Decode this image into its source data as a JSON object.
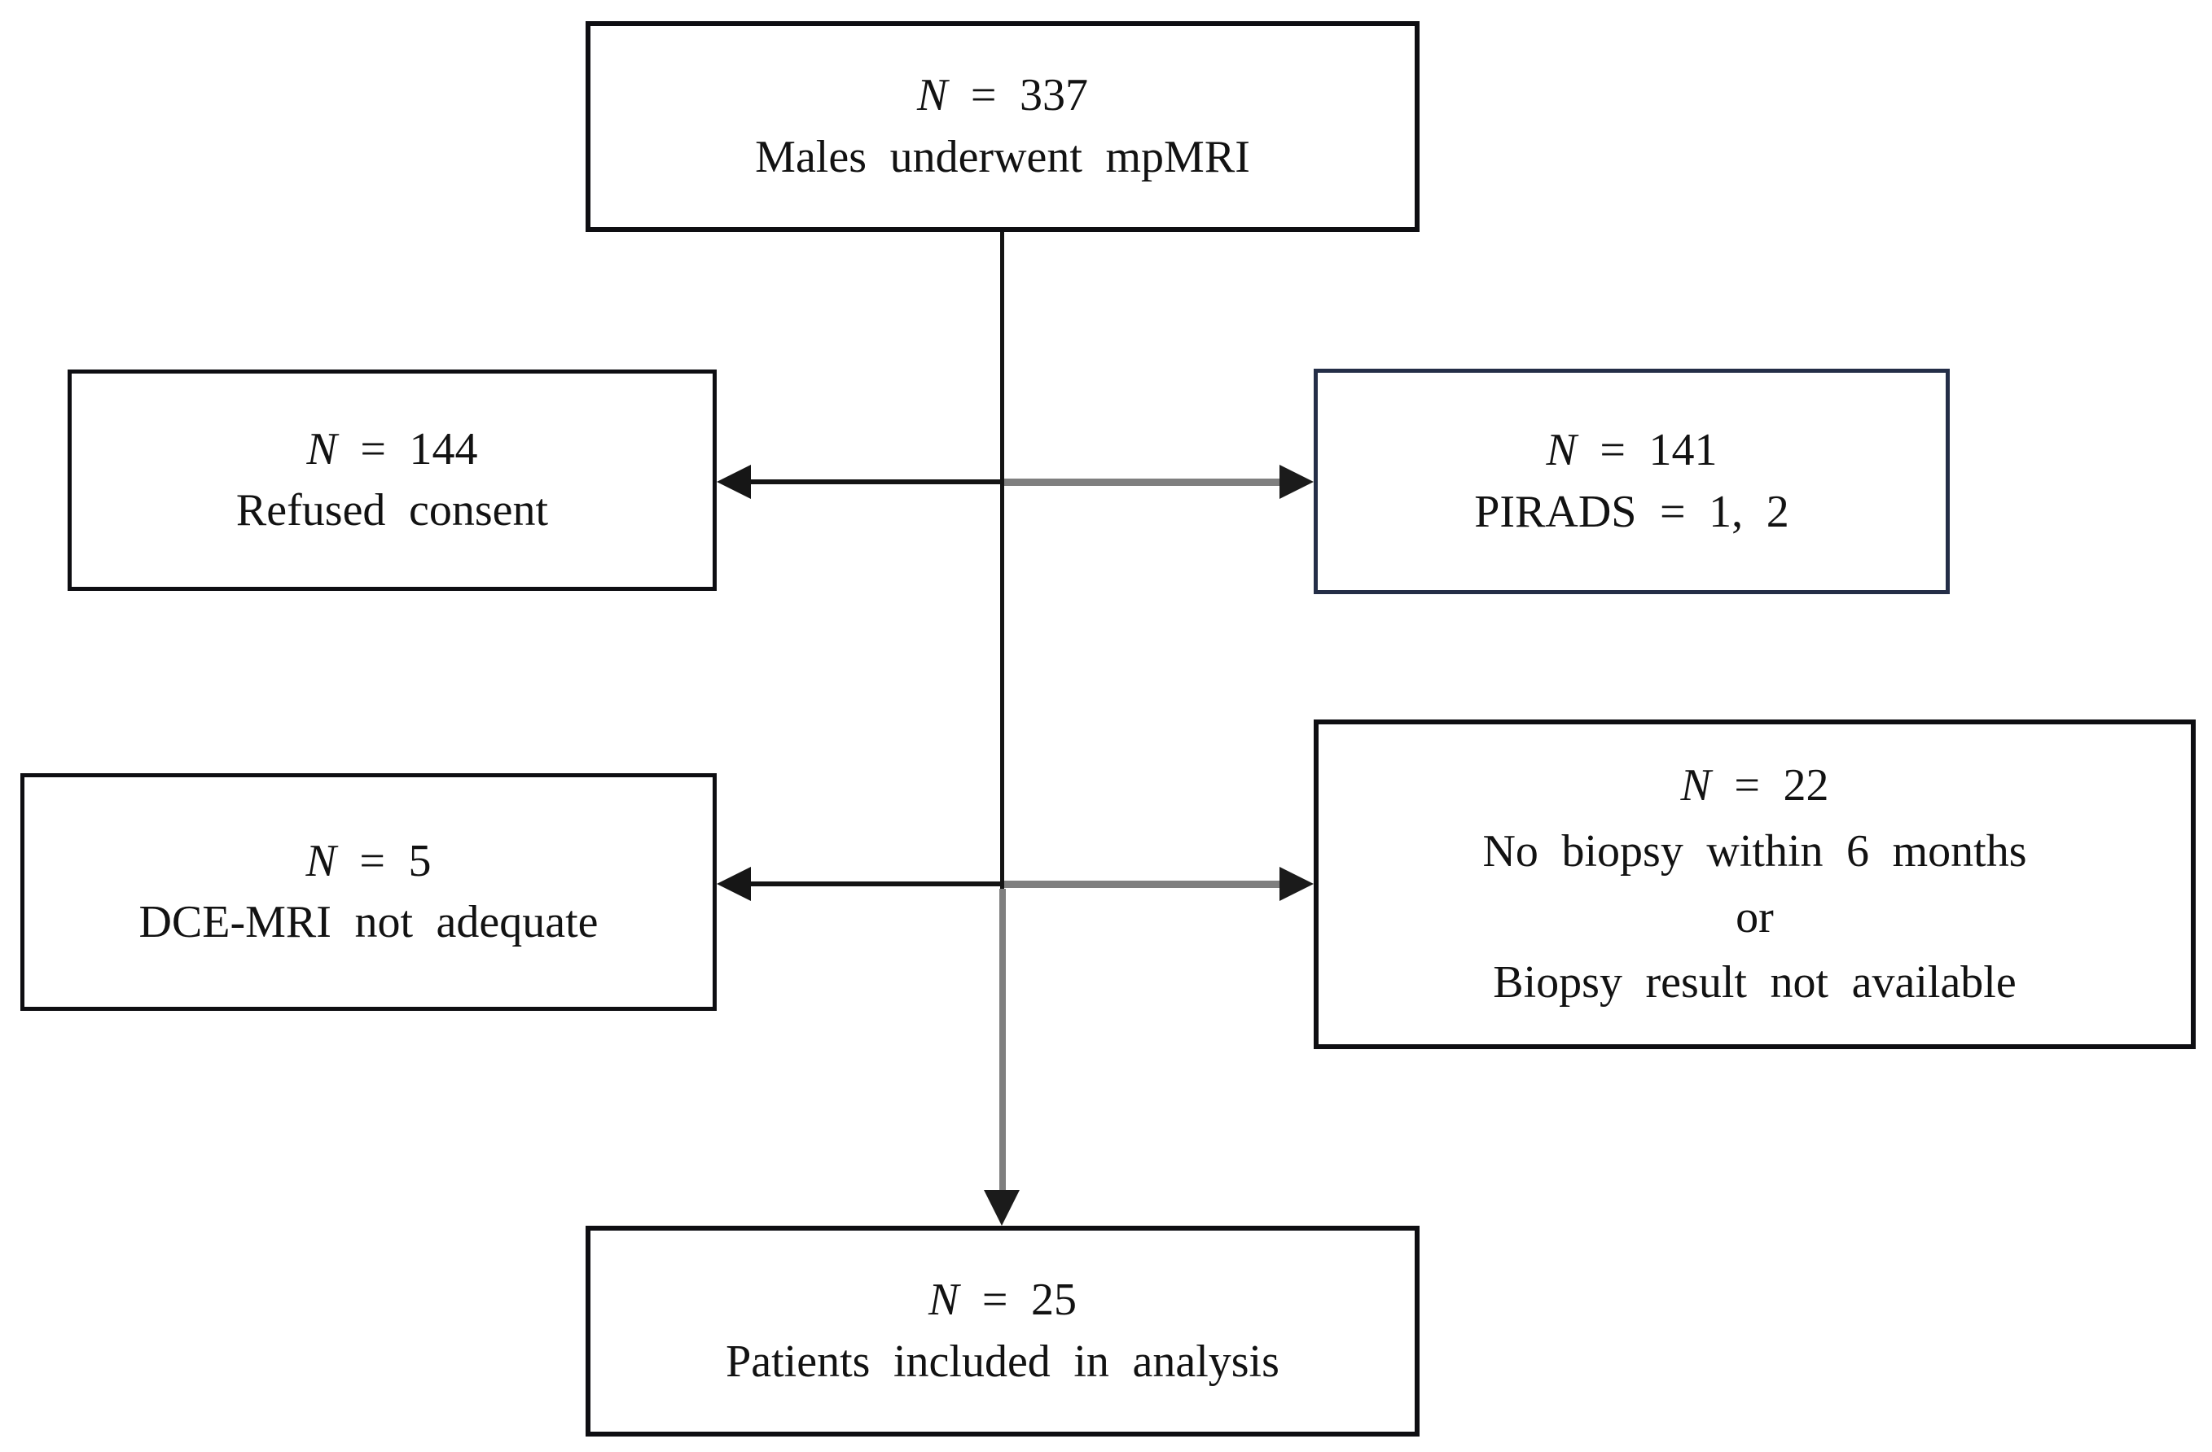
{
  "figure": {
    "type": "patient-flow-diagram",
    "boxes": {
      "top": {
        "n_var": "N",
        "n_eq": " = 337",
        "label": "Males underwent mpMRI"
      },
      "refused": {
        "n_var": "N",
        "n_eq": " = 144",
        "label": "Refused consent"
      },
      "pirads": {
        "n_var": "N",
        "n_eq": " = 141",
        "label": "PIRADS = 1, 2"
      },
      "dce": {
        "n_var": "N",
        "n_eq": " = 5",
        "label": "DCE-MRI not adequate"
      },
      "nobiopsy": {
        "n_var": "N",
        "n_eq": " = 22",
        "lines": [
          "No biopsy within 6 months",
          "or",
          "Biopsy result not available"
        ]
      },
      "included": {
        "n_var": "N",
        "n_eq": " = 25",
        "label": "Patients included in analysis"
      }
    },
    "edges": [
      {
        "from": "top",
        "to": "refused",
        "style": "black-arrow-left"
      },
      {
        "from": "top",
        "to": "pirads",
        "style": "gray-arrow-right"
      },
      {
        "from": "top",
        "to": "dce",
        "style": "black-arrow-left"
      },
      {
        "from": "top",
        "to": "nobiopsy",
        "style": "gray-arrow-right"
      },
      {
        "from": "top",
        "to": "included",
        "style": "gray-arrow-down"
      }
    ],
    "colors": {
      "box_border": "#0e0e12",
      "pirads_border": "#242e47",
      "arrow_black": "#141414",
      "arrow_gray": "#7f7f7f",
      "background": "#ffffff"
    }
  }
}
